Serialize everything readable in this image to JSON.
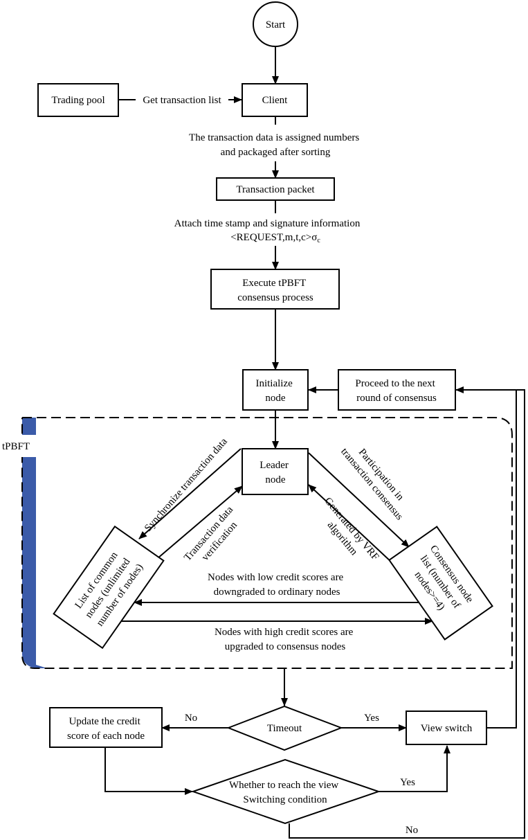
{
  "nodes": {
    "start": "Start",
    "client": "Client",
    "trading_pool": "Trading pool",
    "transaction_packet": "Transaction packet",
    "execute": [
      "Execute tPBFT",
      "consensus process"
    ],
    "initialize": [
      "Initialize",
      "node"
    ],
    "next_round": [
      "Proceed to the next",
      "round of consensus"
    ],
    "leader": [
      "Leader",
      "node"
    ],
    "common_nodes": [
      "List of common",
      "nodes (unlimited",
      "number of nodes)"
    ],
    "consensus_nodes": [
      "Consensus node",
      "list (number of",
      "nodes>=4)"
    ],
    "timeout": "Timeout",
    "update_credit": [
      "Update the credit",
      "score of each node"
    ],
    "view_switch": "View switch",
    "reach_view": [
      "Whether to reach the view",
      "Switching condition"
    ]
  },
  "edge_labels": {
    "get_list": "Get transaction list",
    "assign": [
      "The transaction data is assigned numbers",
      "and packaged after sorting"
    ],
    "attach": "Attach time stamp and signature information",
    "request": "<REQUEST,m,t,c>σ",
    "request_sub": "c",
    "sync": "Synchronize transaction data",
    "verify": [
      "Transaction data",
      "verification"
    ],
    "participate": [
      "Participation in",
      "transaction consensus"
    ],
    "vrf": [
      "Generated by VRF",
      "algorithm"
    ],
    "downgrade": [
      "Nodes with low credit scores are",
      "downgraded to ordinary nodes"
    ],
    "upgrade": [
      "Nodes with high credit scores are",
      "upgraded to consensus nodes"
    ],
    "no_left": "No",
    "yes_right": "Yes",
    "yes_view": "Yes",
    "no_bottom": "No"
  },
  "region": {
    "label": "tPBFT",
    "accent": "#3b5ba9"
  }
}
